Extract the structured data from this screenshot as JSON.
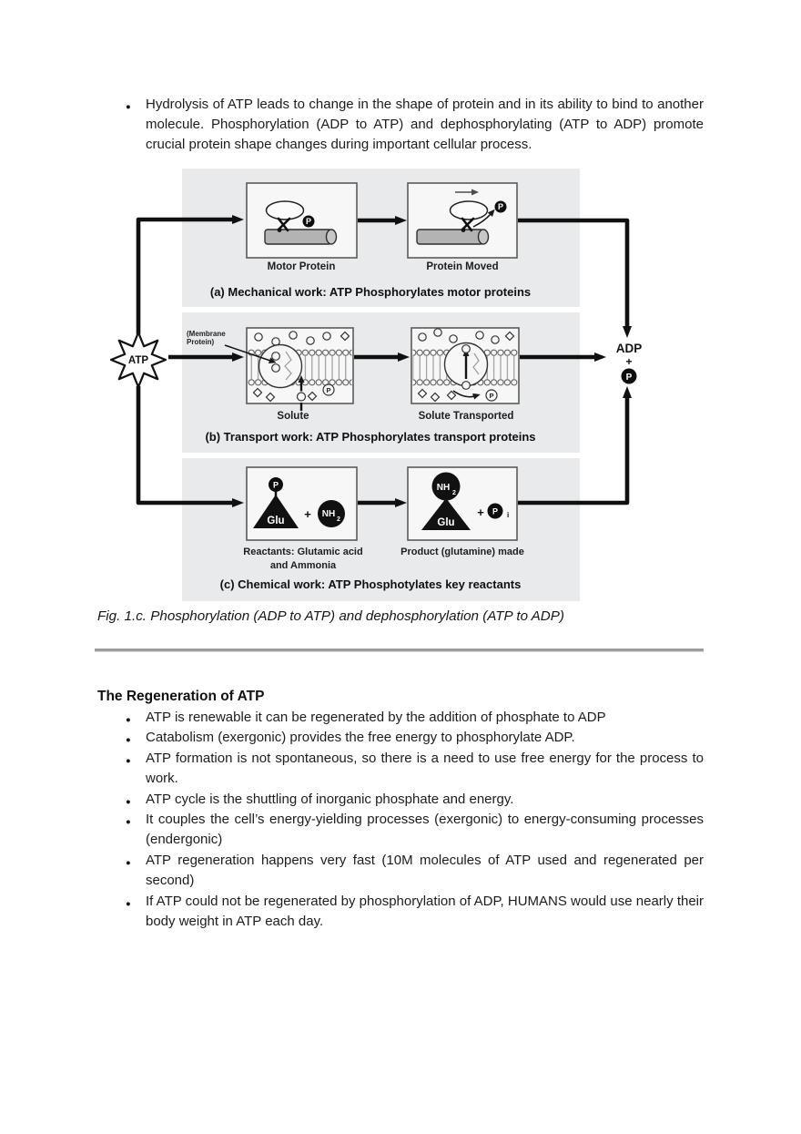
{
  "colors": {
    "page_bg": "#ffffff",
    "text": "#1c1c1c",
    "figure_panel_bg": "#e9eaeb",
    "divider": "#9d9d9d",
    "figure_black": "#111111",
    "cylinder_gray": "#b3b3b3"
  },
  "page": {
    "intro_bullet": "Hydrolysis of ATP leads to change in the shape of protein and in its ability to bind to another molecule. Phosphorylation (ADP to ATP) and dephosphorylating (ATP to ADP) promote crucial protein shape changes during important cellular process.",
    "figure_caption": "Fig. 1.c. Phosphorylation (ADP to ATP) and dephosphorylation (ATP to ADP)",
    "section_heading": "The Regeneration of ATP",
    "bullets": [
      "ATP is renewable it can be regenerated by the addition of phosphate to ADP",
      "Catabolism (exergonic) provides the free energy to phosphorylate ADP.",
      "ATP formation is not spontaneous, so there is a need to use free energy for the process to work.",
      "ATP cycle is the shuttling of inorganic phosphate and energy.",
      "It couples the cell’s energy-yielding processes (exergonic) to energy-consuming processes (endergonic)",
      "ATP regeneration happens very fast (10M molecules of ATP used and regenerated per second)",
      "If ATP could not be regenerated by phosphorylation of ADP, HUMANS would use nearly their body weight in ATP each day."
    ]
  },
  "figure": {
    "atp_label": "ATP",
    "adp_label": "ADP",
    "plus": "+",
    "p_label": "P",
    "panel_a": {
      "caption": "(a) Mechanical work: ATP Phosphorylates motor proteins",
      "left_label": "Motor Protein",
      "right_label": "Protein Moved",
      "p_badge": "P"
    },
    "panel_b": {
      "caption": "(b) Transport work: ATP Phosphorylates transport proteins",
      "membrane_label_line1": "(Membrane",
      "membrane_label_line2": "Protein)",
      "left_label": "Solute",
      "right_label": "Solute Transported",
      "p_outline": "P"
    },
    "panel_c": {
      "caption": "(c) Chemical work: ATP Phosphotylates key reactants",
      "left_label_line1": "Reactants: Glutamic acid",
      "left_label_line2": "and Ammonia",
      "right_label": "Product (glutamine) made",
      "glu_label": "Glu",
      "nh_label": "NH",
      "nh_sub": "2",
      "p_label": "P",
      "p_sub": "i",
      "plus": "+"
    }
  }
}
